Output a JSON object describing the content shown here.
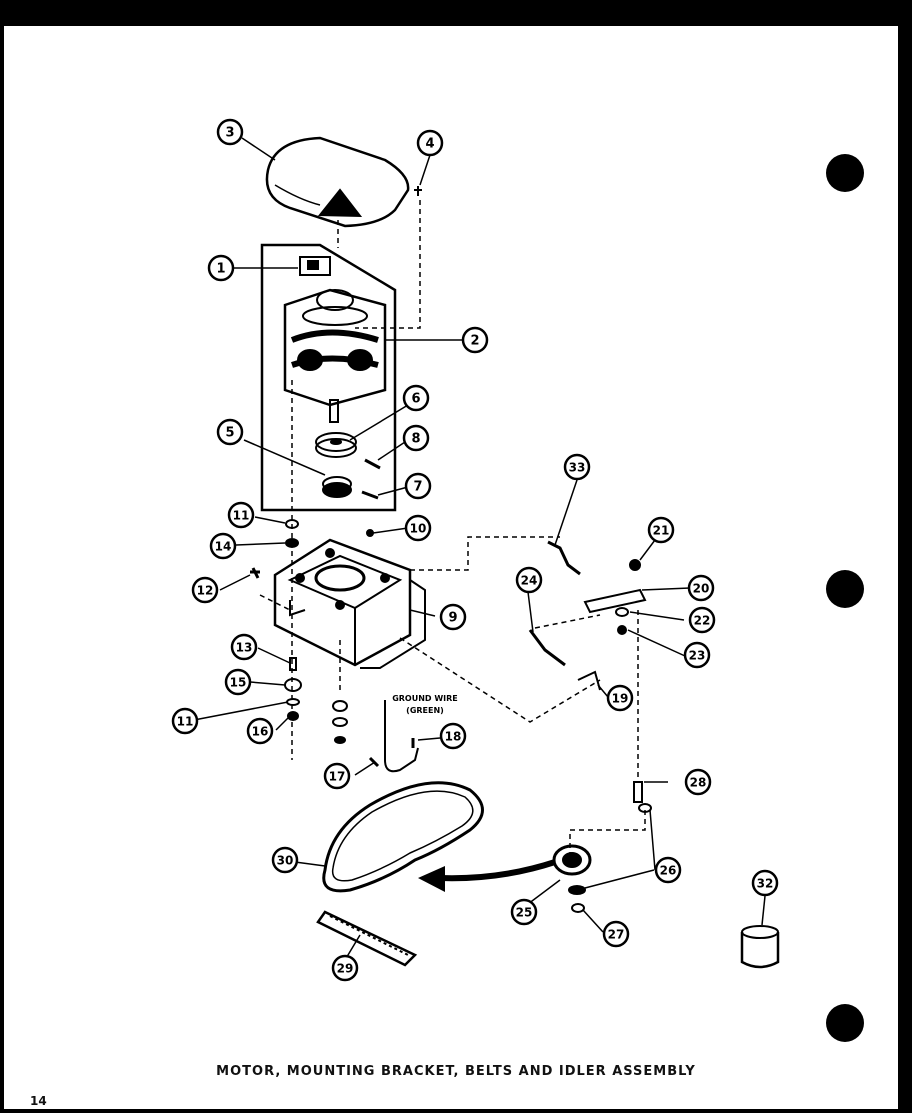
{
  "diagram": {
    "title": "MOTOR, MOUNTING BRACKET, BELTS AND IDLER ASSEMBLY",
    "page_number": "14",
    "annotation": {
      "line1": "GROUND WIRE",
      "line2": "(GREEN)"
    },
    "callouts": [
      "1",
      "2",
      "3",
      "4",
      "5",
      "6",
      "7",
      "8",
      "9",
      "10",
      "11",
      "11",
      "12",
      "13",
      "14",
      "15",
      "16",
      "17",
      "18",
      "19",
      "20",
      "21",
      "22",
      "23",
      "24",
      "25",
      "26",
      "27",
      "28",
      "29",
      "30",
      "32",
      "33"
    ]
  }
}
